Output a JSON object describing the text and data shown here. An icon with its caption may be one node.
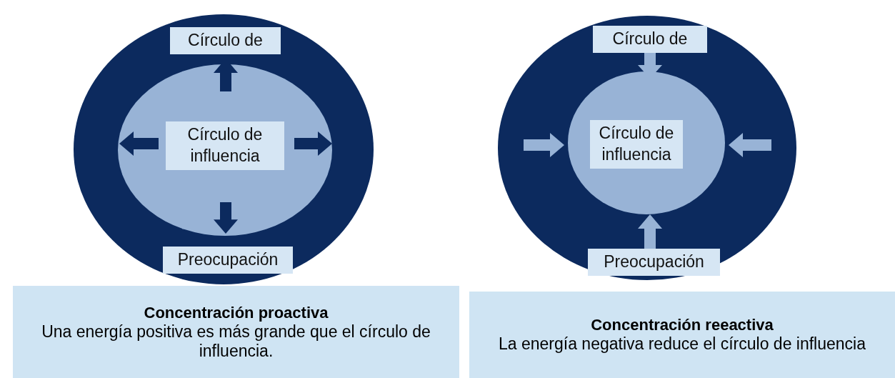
{
  "diagram": {
    "nodes": [
      {
        "text": [
          "Círculo de",
          "Preocupación"
        ]
      },
      {
        "text": [
          "Círculo de influencia"
        ],
        "in": 0
      },
      {
        "text": [
          "Círculo de",
          "Preocupación"
        ]
      },
      {
        "text": [
          "Círculo de influencia"
        ],
        "in": 2
      },
      {
        "text": [
          "Concentración proactiva",
          "Una energía positiva es más grande que el círculo de influencia."
        ]
      },
      {
        "text": [
          "Concentración reeactiva",
          "La energía negativa reduce el círculo de influencia"
        ]
      }
    ],
    "edges": []
  }
}
